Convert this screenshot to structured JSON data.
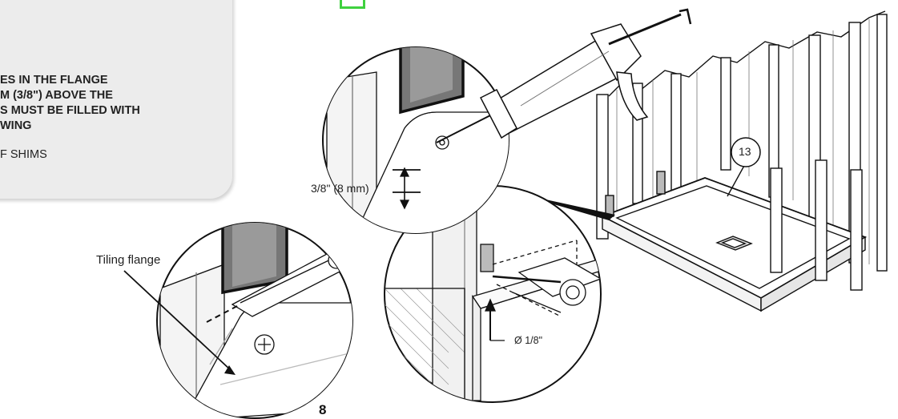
{
  "note": {
    "lines": [
      "ES IN THE FLANGE",
      "M (3/8\") ABOVE THE",
      "S MUST BE FILLED WITH",
      "WING"
    ],
    "extra": "F SHIMS"
  },
  "labels": {
    "tiling_flange": "Tiling flange",
    "dimension": "3/8\" (8 mm)",
    "drill_size": "Ø 1/8\"",
    "callout_number": "13"
  },
  "page_number": "8",
  "colors": {
    "marker": "#3fd13f",
    "note_background": "#ececec",
    "line": "#111111"
  }
}
